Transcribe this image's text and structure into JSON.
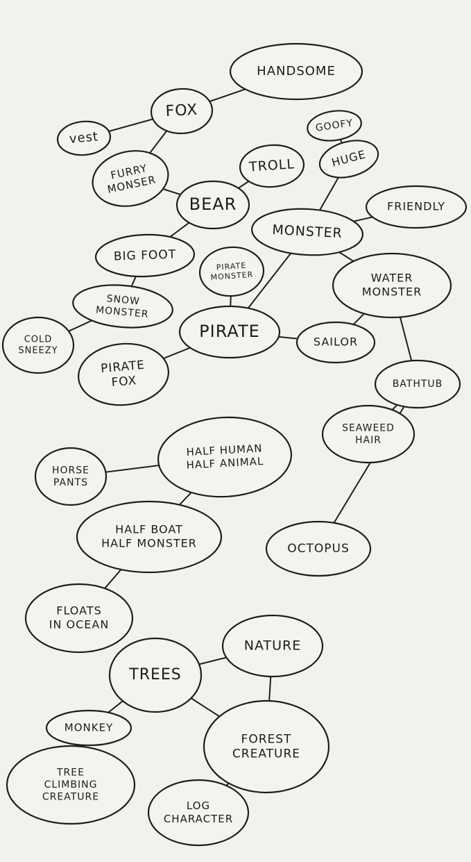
{
  "nodes": [
    {
      "id": "handsome",
      "lines": [
        "HANDSOME"
      ]
    },
    {
      "id": "fox",
      "lines": [
        "FOX"
      ]
    },
    {
      "id": "vest",
      "lines": [
        "vest"
      ]
    },
    {
      "id": "goofy",
      "lines": [
        "GOOFY"
      ]
    },
    {
      "id": "huge",
      "lines": [
        "HUGE"
      ]
    },
    {
      "id": "troll",
      "lines": [
        "TROLL"
      ]
    },
    {
      "id": "furry",
      "lines": [
        "FURRY",
        "MONSER"
      ]
    },
    {
      "id": "bear",
      "lines": [
        "BEAR"
      ]
    },
    {
      "id": "friendly",
      "lines": [
        "FRIENDLY"
      ]
    },
    {
      "id": "monster",
      "lines": [
        "MONSTER"
      ]
    },
    {
      "id": "bigfoot",
      "lines": [
        "BIG FOOT"
      ]
    },
    {
      "id": "pirmon",
      "lines": [
        "PIRATE",
        "MONSTER"
      ]
    },
    {
      "id": "watermon",
      "lines": [
        "WATER",
        "MONSTER"
      ]
    },
    {
      "id": "snowmon",
      "lines": [
        "SNOW",
        "MONSTER"
      ]
    },
    {
      "id": "cold",
      "lines": [
        "COLD",
        "SNEEZY"
      ]
    },
    {
      "id": "pirate",
      "lines": [
        "PIRATE"
      ]
    },
    {
      "id": "sailor",
      "lines": [
        "SAILOR"
      ]
    },
    {
      "id": "piratefox",
      "lines": [
        "PIRATE",
        "FOX"
      ]
    },
    {
      "id": "bathtub",
      "lines": [
        "BATHTUB"
      ]
    },
    {
      "id": "seaweed",
      "lines": [
        "SEAWEED",
        "HAIR"
      ]
    },
    {
      "id": "halfhuman",
      "lines": [
        "HALF HUMAN",
        "HALF ANIMAL"
      ]
    },
    {
      "id": "horsepants",
      "lines": [
        "HORSE",
        "PANTS"
      ]
    },
    {
      "id": "halfboat",
      "lines": [
        "HALF BOAT",
        "HALF MONSTER"
      ]
    },
    {
      "id": "octopus",
      "lines": [
        "OCTOPUS"
      ]
    },
    {
      "id": "floats",
      "lines": [
        "FLOATS",
        "IN OCEAN"
      ]
    },
    {
      "id": "nature",
      "lines": [
        "NATURE"
      ]
    },
    {
      "id": "trees",
      "lines": [
        "TREES"
      ]
    },
    {
      "id": "monkey",
      "lines": [
        "MONKEY"
      ]
    },
    {
      "id": "forest",
      "lines": [
        "FOREST",
        "CREATURE"
      ]
    },
    {
      "id": "treeclimb",
      "lines": [
        "TREE",
        "CLIMBING",
        "CREATURE"
      ]
    },
    {
      "id": "log",
      "lines": [
        "LOG",
        "CHARACTER"
      ]
    }
  ],
  "edges": [
    [
      "handsome",
      "fox"
    ],
    [
      "fox",
      "vest"
    ],
    [
      "fox",
      "furry"
    ],
    [
      "furry",
      "bear"
    ],
    [
      "bear",
      "troll"
    ],
    [
      "bear",
      "bigfoot"
    ],
    [
      "goofy",
      "huge"
    ],
    [
      "huge",
      "monster"
    ],
    [
      "monster",
      "friendly"
    ],
    [
      "monster",
      "watermon"
    ],
    [
      "monster",
      "pirate"
    ],
    [
      "bigfoot",
      "snowmon"
    ],
    [
      "snowmon",
      "cold"
    ],
    [
      "pirmon",
      "pirate"
    ],
    [
      "pirate",
      "piratefox"
    ],
    [
      "pirate",
      "sailor"
    ],
    [
      "watermon",
      "sailor"
    ],
    [
      "watermon",
      "bathtub"
    ],
    [
      "bathtub",
      "seaweed"
    ],
    [
      "bathtub",
      "octopus"
    ],
    [
      "halfhuman",
      "horsepants"
    ],
    [
      "halfhuman",
      "halfboat"
    ],
    [
      "halfboat",
      "floats"
    ],
    [
      "trees",
      "nature"
    ],
    [
      "nature",
      "forest"
    ],
    [
      "trees",
      "forest"
    ],
    [
      "trees",
      "monkey"
    ],
    [
      "monkey",
      "treeclimb"
    ],
    [
      "forest",
      "log"
    ]
  ]
}
